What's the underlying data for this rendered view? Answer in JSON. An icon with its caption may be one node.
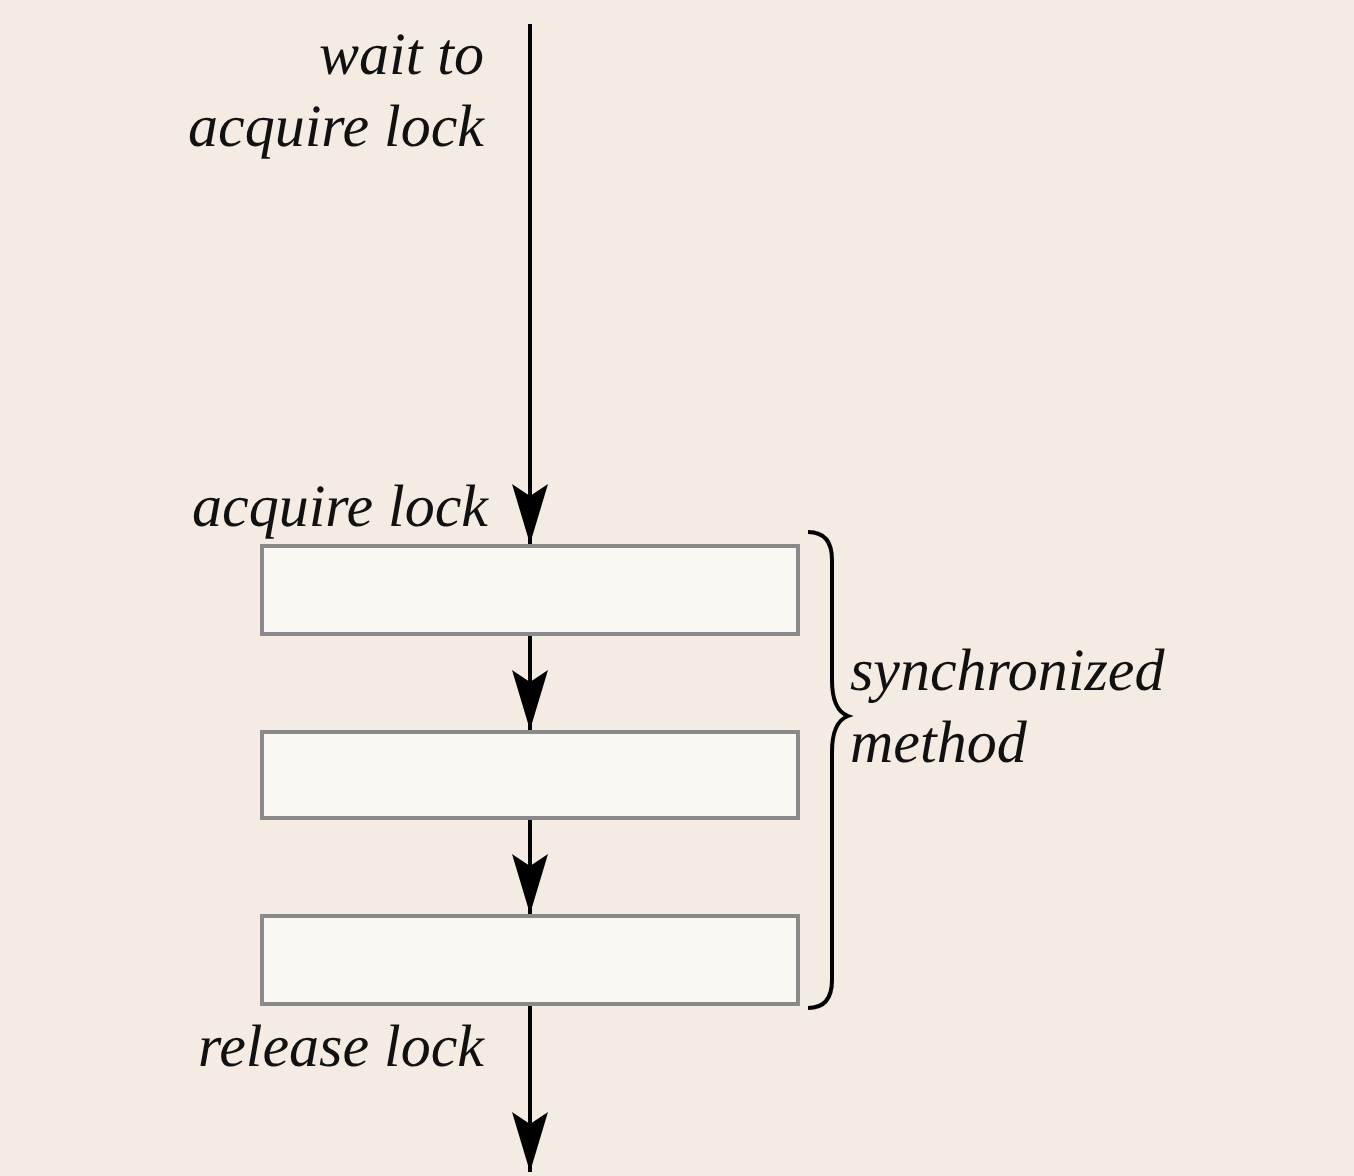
{
  "diagram": {
    "nodes": [
      {
        "text": [],
        "shape": "box"
      },
      {
        "text": [],
        "shape": "box"
      },
      {
        "text": [],
        "shape": "box"
      }
    ],
    "edges": [
      {
        "from": null,
        "to": 0,
        "arrow": "to"
      },
      {
        "from": 0,
        "to": 1,
        "arrow": "to"
      },
      {
        "from": 1,
        "to": 2,
        "arrow": "to"
      },
      {
        "from": 2,
        "to": null,
        "arrow": "to"
      }
    ],
    "labels": [
      "wait to acquire lock",
      "acquire lock",
      "synchronized method",
      "release lock"
    ]
  }
}
